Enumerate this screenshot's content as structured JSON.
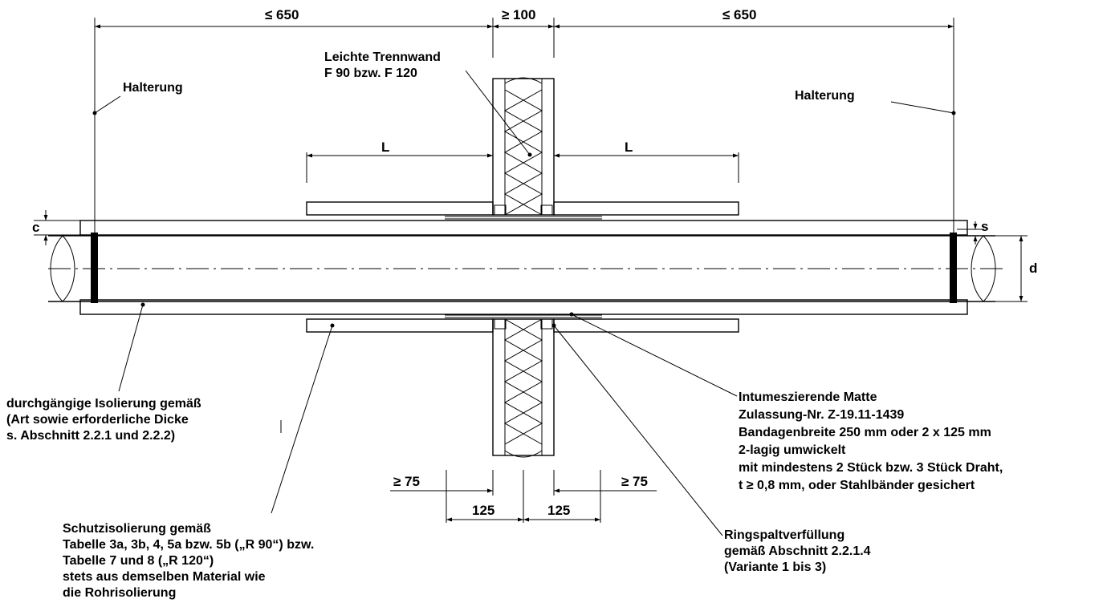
{
  "dimensions": {
    "top_left": "≤ 650",
    "top_center": "≥ 100",
    "top_right": "≤ 650",
    "l_left": "L",
    "l_right": "L",
    "bottom_75_left": "≥ 75",
    "bottom_125_left": "125",
    "bottom_125_right": "125",
    "bottom_75_right": "≥ 75",
    "c": "c",
    "s": "s",
    "d": "d"
  },
  "labels": {
    "wall": [
      "Leichte Trennwand",
      "F 90 bzw. F 120"
    ],
    "halterung_left": "Halterung",
    "halterung_right": "Halterung",
    "isolierung": [
      "durchgängige Isolierung gemäß",
      "(Art sowie erforderliche Dicke",
      "s. Abschnitt 2.2.1 und 2.2.2)"
    ],
    "schutzisolierung": [
      "Schutzisolierung gemäß",
      "Tabelle 3a, 3b, 4, 5a bzw. 5b („R 90“) bzw.",
      "Tabelle 7 und 8 („R 120“)",
      "stets aus demselben Material wie",
      "die Rohrisolierung"
    ],
    "matte": [
      "Intumeszierende Matte",
      "Zulassung-Nr. Z-19.11-1439",
      "Bandagenbreite 250 mm oder 2 x 125 mm",
      "2-lagig umwickelt",
      "mit mindestens 2 Stück bzw. 3 Stück Draht,",
      "t ≥ 0,8 mm, oder Stahlbänder gesichert"
    ],
    "ringspalt": [
      "Ringspaltverfüllung",
      "gemäß Abschnitt 2.2.1.4",
      "(Variante 1 bis 3)"
    ]
  }
}
